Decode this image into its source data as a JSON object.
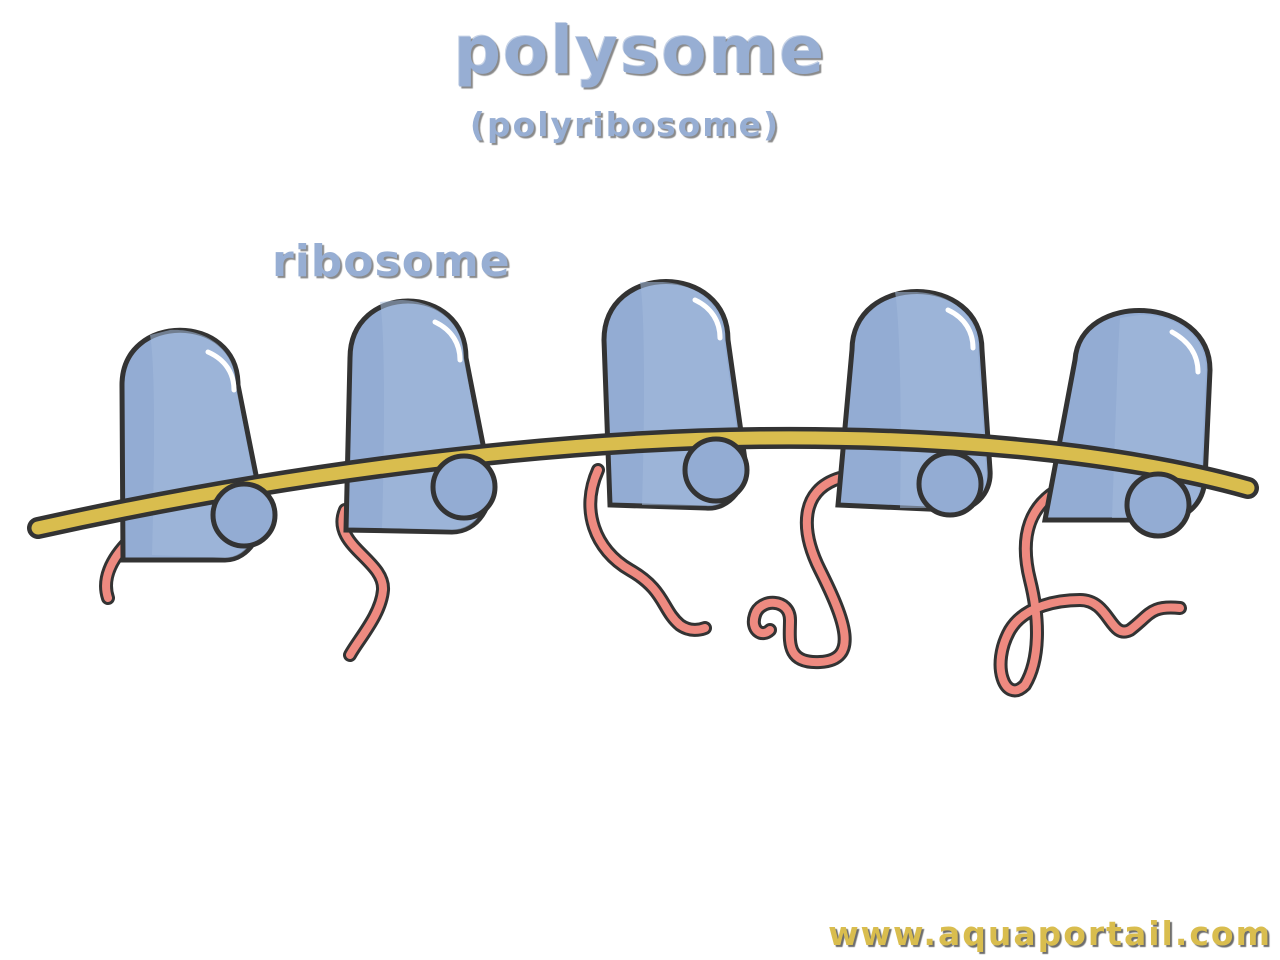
{
  "title": "polysome",
  "subtitle": "(polyribosome)",
  "label": "ribosome",
  "watermark": "www.aquaportail.com",
  "colors": {
    "ribosome": "#93acd3",
    "ribosome_shade": "#a4bbdd",
    "mrna": "#d9bd4e",
    "peptide": "#ee8a80",
    "outline": "#333333",
    "label_text": "#97aed3",
    "watermark_text": "#d9bd4e"
  }
}
